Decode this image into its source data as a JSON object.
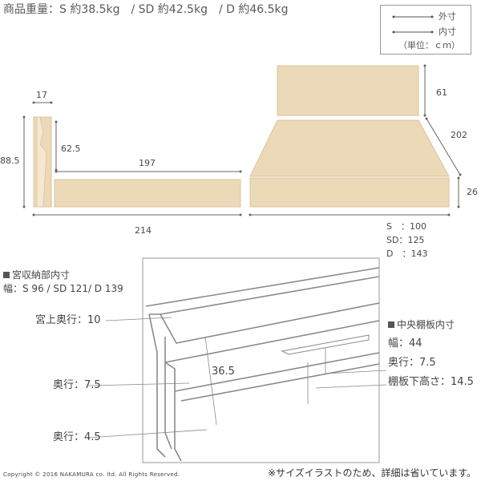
{
  "header": {
    "weight_line": "商品重量：S 約38.5kg　/ SD 約42.5kg　/ D 約46.5kg"
  },
  "legend": {
    "outer_label": "外寸",
    "inner_label": "内寸",
    "unit_label": "（単位：ｃｍ）"
  },
  "side_view": {
    "headboard_depth": "17",
    "total_height": "88.5",
    "frame_height": "62.5",
    "inner_length": "197",
    "total_length": "214"
  },
  "front_view": {
    "headboard_height": "61",
    "diagonal_length": "202",
    "frame_depth": "26",
    "widths": [
      "S　：100",
      "SD：125",
      "D　：143"
    ]
  },
  "storage": {
    "heading": "宮収納部内寸",
    "width_line": "幅：S 96 / SD 121/ D 139",
    "upper_depth": "宮上奥行：10",
    "depth_75": "奥行：7.5",
    "depth_45": "奥行：4.5",
    "height_365": "36.5"
  },
  "shelf": {
    "heading": "中央棚板内寸",
    "width": "幅：44",
    "depth": "奥行：7.5",
    "height_below": "棚板下高さ：14.5"
  },
  "footer": {
    "copyright": "Copyright © 2016 NAKAMURA co. ltd. All Rights Reserved.",
    "note": "※サイズイラストのため、詳細は省いています。"
  },
  "colors": {
    "wood": "#ecd9b8",
    "wood_edge": "#d8c4a0",
    "line": "#8a8a8a"
  }
}
